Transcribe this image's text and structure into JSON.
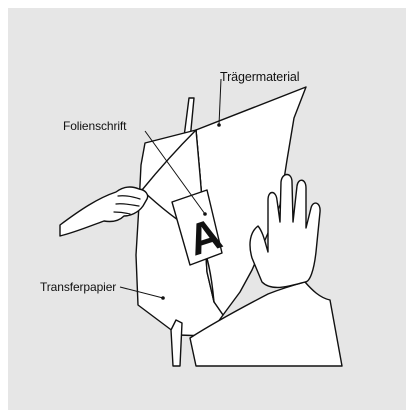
{
  "labels": {
    "traegermaterial": "Trägermaterial",
    "folienschrift": "Folienschrift",
    "transferpapier": "Transferpapier"
  },
  "letter": "A"
}
